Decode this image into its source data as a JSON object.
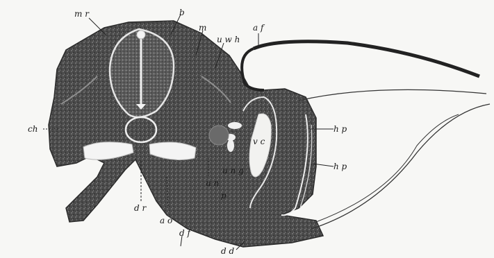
{
  "figure": {
    "labels": {
      "mr": "m r",
      "b": "b",
      "m": "m",
      "uwh": "u w h",
      "af": "a f",
      "ch": "ch",
      "hp_upper": "h p",
      "hp_lower": "h p",
      "vc": "v c",
      "ung": "u n g",
      "un": "u n",
      "p": "p",
      "dr": "d r",
      "ao": "a o",
      "df": "d f",
      "dd": "d d"
    }
  }
}
